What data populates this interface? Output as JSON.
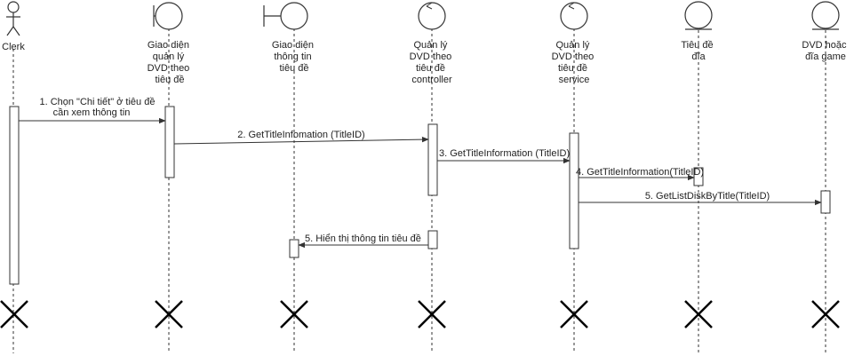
{
  "participants": [
    {
      "lines": [
        "Clerk"
      ]
    },
    {
      "lines": [
        "Giao diện",
        "quản lý",
        "DVD theo",
        "tiêu đề"
      ]
    },
    {
      "lines": [
        "Giao diện",
        "thông tin",
        "tiêu đề"
      ]
    },
    {
      "lines": [
        "Quản lý",
        "DVD theo",
        "tiêu đề",
        "controller"
      ]
    },
    {
      "lines": [
        "Quản lý",
        "DVD theo",
        "tiêu đề",
        "service"
      ]
    },
    {
      "lines": [
        "Tiêu đề",
        "đĩa"
      ]
    },
    {
      "lines": [
        "DVD hoặc",
        "đĩa game"
      ]
    }
  ],
  "messages": [
    {
      "lines": [
        "1. Chọn \"Chi tiết\" ở tiêu đề",
        "cần xem thông tin"
      ]
    },
    {
      "lines": [
        "2. GetTitleInfomation (TitleID)"
      ]
    },
    {
      "lines": [
        "3. GetTitleInformation (TitleID)"
      ]
    },
    {
      "lines": [
        "4. GetTitleInformation(TitleID)"
      ]
    },
    {
      "lines": [
        "5. GetListDiskByTitle(TitleID)"
      ]
    },
    {
      "lines": [
        "5. Hiển thị thông tin tiêu đề"
      ]
    }
  ]
}
